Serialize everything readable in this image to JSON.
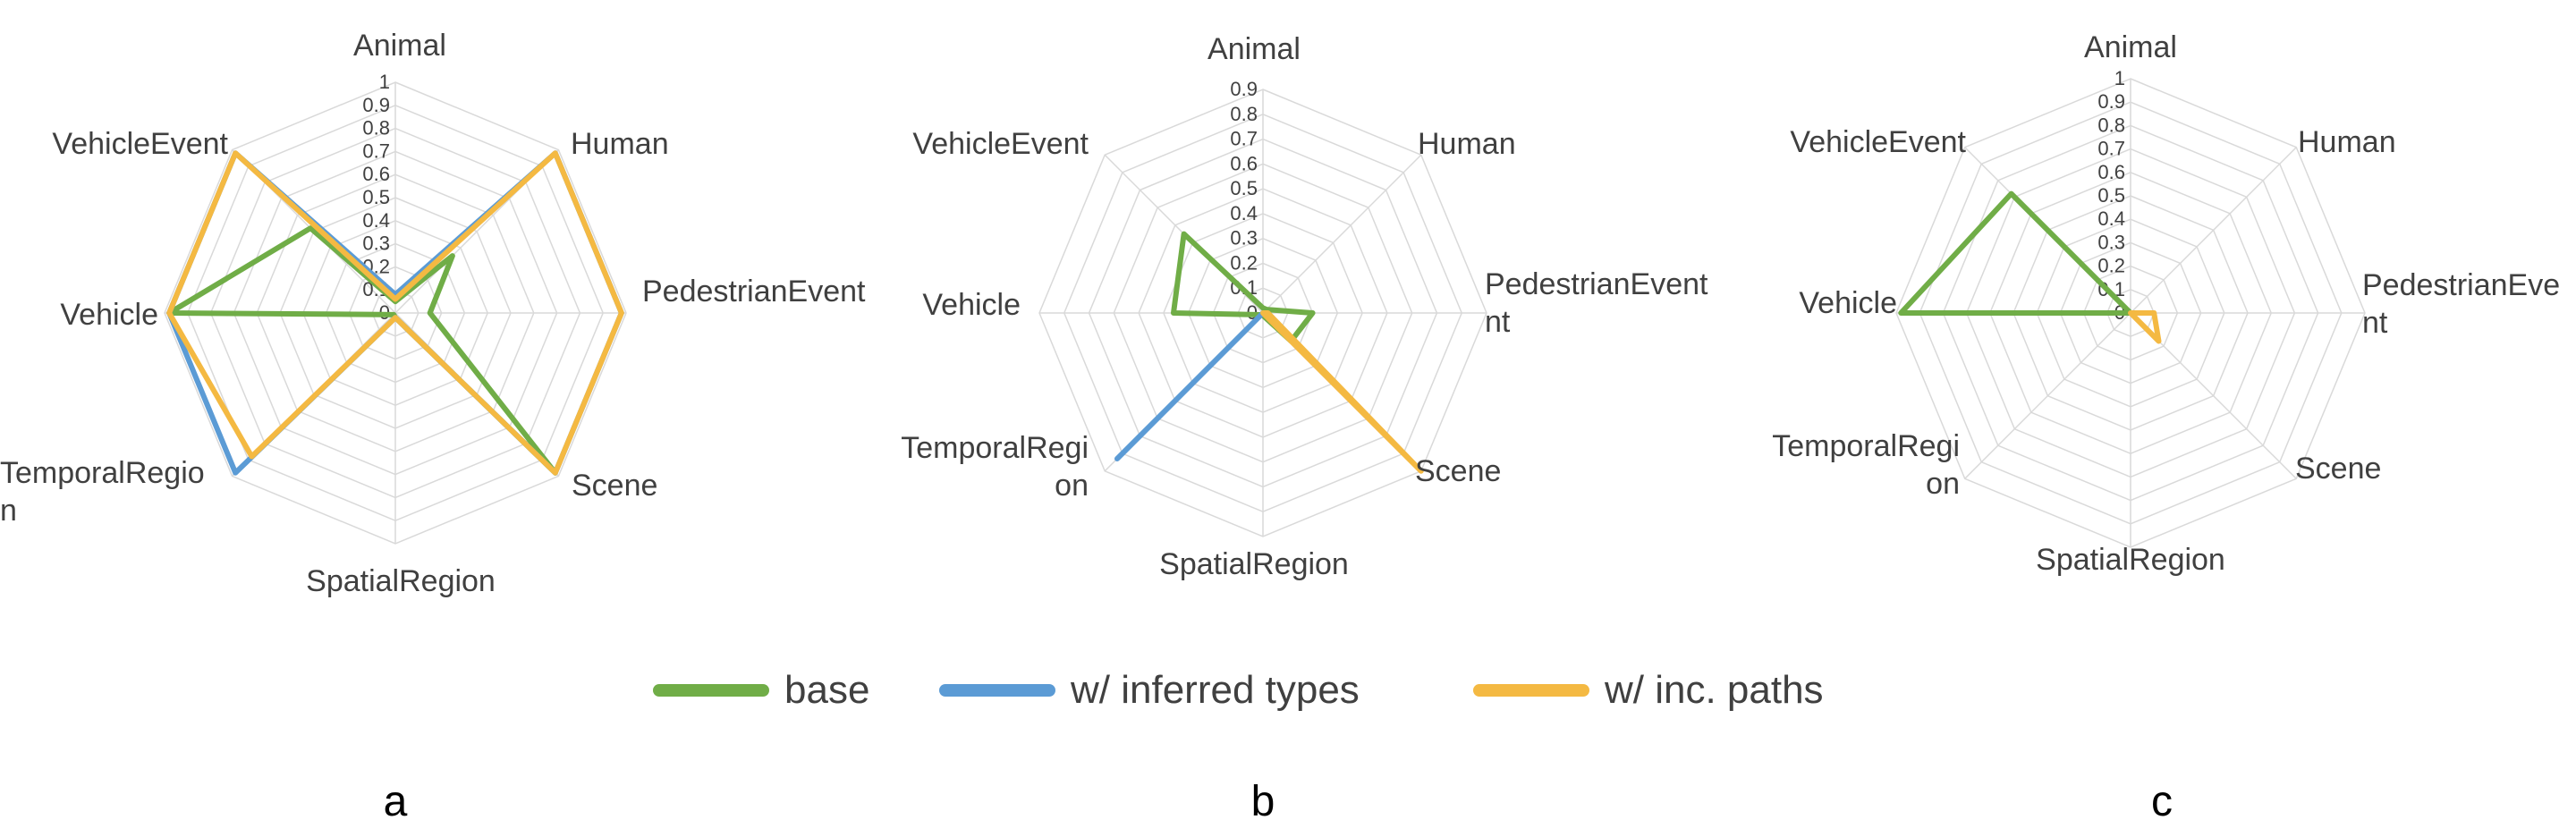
{
  "colors": {
    "base": "#70AD47",
    "w_inferred_types": "#5B9BD5",
    "w_inc_paths": "#F4B942",
    "grid": "#D9D9D9"
  },
  "legend": [
    {
      "label": "base",
      "color": "#70AD47"
    },
    {
      "label": "w/ inferred types",
      "color": "#5B9BD5"
    },
    {
      "label": "w/ inc. paths",
      "color": "#F4B942"
    }
  ],
  "chart_data": [
    {
      "type": "radar",
      "panel_label": "a",
      "categories": [
        "Animal",
        "Human",
        "PedestrianEvent",
        "Scene",
        "SpatialRegion",
        "TemporalRegion",
        "Vehicle",
        "VehicleEvent"
      ],
      "category_label_lines": [
        [
          "Animal"
        ],
        [
          "Human"
        ],
        [
          "PedestrianEvent"
        ],
        [
          "Scene"
        ],
        [
          "SpatialRegion"
        ],
        [
          "TemporalRegio",
          "n"
        ],
        [
          "Vehicle"
        ],
        [
          "VehicleEvent"
        ]
      ],
      "ticks": [
        "0",
        "0.1",
        "0.2",
        "0.3",
        "0.4",
        "0.5",
        "0.6",
        "0.7",
        "0.8",
        "0.9",
        "1"
      ],
      "rmax": 1.0,
      "series": [
        {
          "name": "base",
          "values": [
            0.05,
            0.35,
            0.15,
            0.98,
            0.02,
            0.01,
            0.98,
            0.52
          ],
          "color": "#70AD47"
        },
        {
          "name": "w/ inferred types",
          "values": [
            0.08,
            0.98,
            0.98,
            0.98,
            0.02,
            0.98,
            0.98,
            0.98
          ],
          "color": "#5B9BD5"
        },
        {
          "name": "w/ inc. paths",
          "values": [
            0.06,
            0.98,
            0.98,
            0.98,
            0.02,
            0.88,
            0.98,
            0.98
          ],
          "color": "#F4B942"
        }
      ]
    },
    {
      "type": "radar",
      "panel_label": "b",
      "categories": [
        "Animal",
        "Human",
        "PedestrianEvent",
        "Scene",
        "SpatialRegion",
        "TemporalRegion",
        "Vehicle",
        "VehicleEvent"
      ],
      "category_label_lines": [
        [
          "Animal"
        ],
        [
          "Human"
        ],
        [
          "PedestrianEvent",
          "nt"
        ],
        [
          "Scene"
        ],
        [
          "SpatialRegion"
        ],
        [
          "TemporalRegi",
          "on"
        ],
        [
          "Vehicle"
        ],
        [
          "VehicleEvent"
        ]
      ],
      "ticks": [
        "0",
        "0.1",
        "0.2",
        "0.3",
        "0.4",
        "0.5",
        "0.6",
        "0.7",
        "0.8",
        "0.9"
      ],
      "rmax": 0.9,
      "series": [
        {
          "name": "base",
          "values": [
            0.02,
            0.02,
            0.2,
            0.16,
            0.01,
            0.01,
            0.36,
            0.45
          ],
          "color": "#70AD47"
        },
        {
          "name": "w/ inferred types",
          "values": [
            0.0,
            0.0,
            0.0,
            0.0,
            0.0,
            0.83,
            0.0,
            0.0
          ],
          "color": "#5B9BD5"
        },
        {
          "name": "w/ inc. paths",
          "values": [
            0.0,
            0.0,
            0.02,
            0.9,
            0.0,
            0.0,
            0.0,
            0.0
          ],
          "color": "#F4B942"
        }
      ]
    },
    {
      "type": "radar",
      "panel_label": "c",
      "categories": [
        "Animal",
        "Human",
        "PedestrianEvent",
        "Scene",
        "SpatialRegion",
        "TemporalRegion",
        "Vehicle",
        "VehicleEvent"
      ],
      "category_label_lines": [
        [
          "Animal"
        ],
        [
          "Human"
        ],
        [
          "PedestrianEve",
          "nt"
        ],
        [
          "Scene"
        ],
        [
          "SpatialRegion"
        ],
        [
          "TemporalRegi",
          "on"
        ],
        [
          "Vehicle"
        ],
        [
          "VehicleEvent"
        ]
      ],
      "ticks": [
        "0",
        "0.1",
        "0.2",
        "0.3",
        "0.4",
        "0.5",
        "0.6",
        "0.7",
        "0.8",
        "0.9",
        "1"
      ],
      "rmax": 1.0,
      "series": [
        {
          "name": "base",
          "values": [
            0.0,
            0.0,
            0.0,
            0.0,
            0.0,
            0.0,
            0.98,
            0.72
          ],
          "color": "#70AD47"
        },
        {
          "name": "w/ inferred types",
          "values": [
            0.0,
            0.0,
            0.0,
            0.0,
            0.0,
            0.0,
            0.0,
            0.0
          ],
          "color": "#5B9BD5"
        },
        {
          "name": "w/ inc. paths",
          "values": [
            0.0,
            0.0,
            0.1,
            0.17,
            0.0,
            0.0,
            0.0,
            0.0
          ],
          "color": "#F4B942"
        }
      ]
    }
  ]
}
